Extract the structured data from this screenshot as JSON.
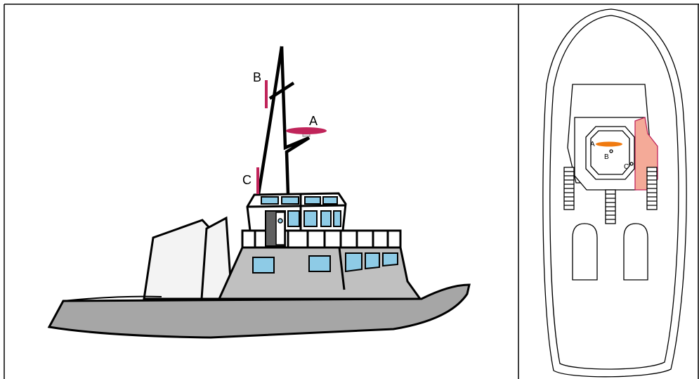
{
  "side_view": {
    "label_a": "A",
    "label_b": "B",
    "label_c": "C"
  },
  "top_view": {
    "label_a": "A",
    "label_b": "B",
    "label_c": "C"
  },
  "colors": {
    "antenna_magenta": "#c0245a",
    "hull_gray": "#a6a6a6",
    "window_blue": "#8ecbe6",
    "cabin_gray": "#c0c0c0",
    "topview_orange": "#f07a10",
    "topview_pink": "#f4aa98",
    "outline": "#000000"
  }
}
